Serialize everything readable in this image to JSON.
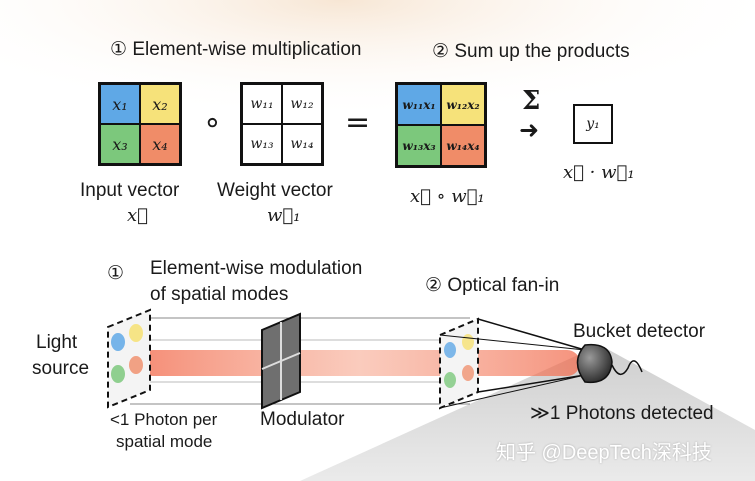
{
  "top": {
    "step1_marker": "①",
    "step1": "Element-wise multiplication",
    "step2_marker": "②",
    "step2": "Sum up the products",
    "input_cells": [
      "x₁",
      "x₂",
      "x₃",
      "x₄"
    ],
    "weight_cells": [
      "w₁₁",
      "w₁₂",
      "w₁₃",
      "w₁₄"
    ],
    "product_cells": [
      "w₁₁x₁",
      "w₁₂x₂",
      "w₁₃x₃",
      "w₁₄x₄"
    ],
    "input_label": "Input vector",
    "input_symbol": "x⃗",
    "weight_label": "Weight vector",
    "weight_symbol": "w⃗₁",
    "product_symbol": "x⃗ ∘ w⃗₁",
    "hadamard_op": "∘",
    "equals_op": "=",
    "sum_symbol": "Σ",
    "arrow": "➜",
    "output_cell": "y₁",
    "output_symbol": "x⃗ · w⃗₁"
  },
  "bottom": {
    "step1_marker": "①",
    "step1_line1": "Element-wise modulation",
    "step1_line2": "of spatial modes",
    "step2_marker": "②",
    "step2": "Optical fan-in",
    "light_line1": "Light",
    "light_line2": "source",
    "photon_line1": "<1 Photon per",
    "photon_line2": "spatial mode",
    "modulator": "Modulator",
    "bucket": "Bucket detector",
    "detected": "≫1 Photons detected"
  },
  "watermark": "知乎 @DeepTech深科技",
  "colors": {
    "blue": "#5fa8e6",
    "yellow": "#f6e27a",
    "green": "#7cc87c",
    "orange": "#f08c68",
    "beam": "#f26a4c"
  }
}
